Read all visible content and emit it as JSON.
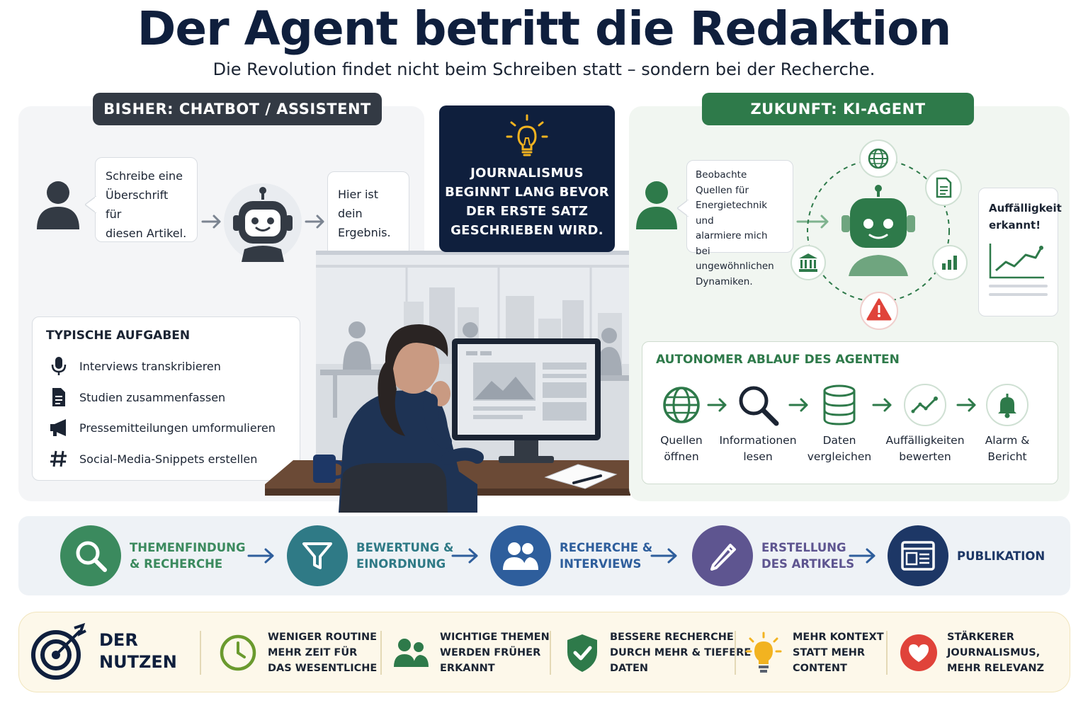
{
  "title": "Der Agent betritt die Redaktion",
  "subtitle": "Die Revolution findet nicht beim Schreiben statt – sondern bei der Recherche.",
  "left": {
    "label": "BISHER: CHATBOT / ASSISTENT",
    "prompt_lines": [
      "Schreibe eine",
      "Überschrift für",
      "diesen Artikel."
    ],
    "result_lines": [
      "Hier ist dein",
      "Ergebnis."
    ],
    "tasks_title": "TYPISCHE AUFGABEN",
    "tasks": [
      {
        "icon": "microphone-icon",
        "label": "Interviews transkribieren"
      },
      {
        "icon": "document-icon",
        "label": "Studien zusammenfassen"
      },
      {
        "icon": "megaphone-icon",
        "label": "Pressemitteilungen umformulieren"
      },
      {
        "icon": "hashtag-icon",
        "label": "Social-Media-Snippets erstellen"
      }
    ]
  },
  "center": {
    "quote_lines": [
      "JOURNALISMUS",
      "BEGINNT LANG BEVOR",
      "DER ERSTE SATZ",
      "GESCHRIEBEN WIRD."
    ]
  },
  "right": {
    "label": "ZUKUNFT: KI-AGENT",
    "prompt_lines": [
      "Beobachte Quellen für",
      "Energietechnik und",
      "alarmiere mich bei",
      "ungewöhnlichen",
      "Dynamiken."
    ],
    "anomaly_lines": [
      "Auffälligkeit",
      "erkannt!"
    ],
    "flow_title": "AUTONOMER ABLAUF DES AGENTEN",
    "flow_steps": [
      {
        "icon": "globe-icon",
        "lines": [
          "Quellen",
          "öffnen"
        ]
      },
      {
        "icon": "magnifier-icon",
        "lines": [
          "Informationen",
          "lesen"
        ]
      },
      {
        "icon": "database-icon",
        "lines": [
          "Daten",
          "vergleichen"
        ]
      },
      {
        "icon": "trend-icon",
        "lines": [
          "Auffälligkeiten",
          "bewerten"
        ]
      },
      {
        "icon": "bell-icon",
        "lines": [
          "Alarm &",
          "Bericht"
        ]
      }
    ]
  },
  "process": [
    {
      "icon": "search-icon",
      "lines": [
        "THEMENFINDUNG",
        "& RECHERCHE"
      ],
      "color": "#3b8a5e"
    },
    {
      "icon": "filter-icon",
      "lines": [
        "BEWERTUNG &",
        "EINORDNUNG"
      ],
      "color": "#2f7a86"
    },
    {
      "icon": "people-icon",
      "lines": [
        "RECHERCHE &",
        "INTERVIEWS"
      ],
      "color": "#2e5e9c"
    },
    {
      "icon": "pencil-icon",
      "lines": [
        "ERSTELLUNG",
        "DES ARTIKELS"
      ],
      "color": "#5e5590"
    },
    {
      "icon": "browser-icon",
      "lines": [
        "PUBLIKATION"
      ],
      "color": "#1d3766"
    }
  ],
  "benefits": {
    "title_lines": [
      "DER",
      "NUTZEN"
    ],
    "items": [
      {
        "icon": "clock-icon",
        "lines": [
          "WENIGER ROUTINE",
          "MEHR ZEIT FÜR",
          "DAS WESENTLICHE"
        ]
      },
      {
        "icon": "people-icon",
        "lines": [
          "WICHTIGE THEMEN",
          "WERDEN FRÜHER",
          "ERKANNT"
        ]
      },
      {
        "icon": "shield-check-icon",
        "lines": [
          "BESSERE RECHERCHE",
          "DURCH MEHR & TIEFERE",
          "DATEN"
        ]
      },
      {
        "icon": "lightbulb-icon",
        "lines": [
          "MEHR KONTEXT",
          "STATT MEHR",
          "CONTENT"
        ]
      },
      {
        "icon": "heart-icon",
        "lines": [
          "STÄRKERER",
          "JOURNALISMUS,",
          "MEHR RELEVANZ"
        ]
      }
    ]
  },
  "colors": {
    "navy": "#0f1f3d",
    "green": "#2e7a4a",
    "dark_gray": "#333a44",
    "alert_red": "#e0433a",
    "bulb_yellow": "#f2b320"
  }
}
